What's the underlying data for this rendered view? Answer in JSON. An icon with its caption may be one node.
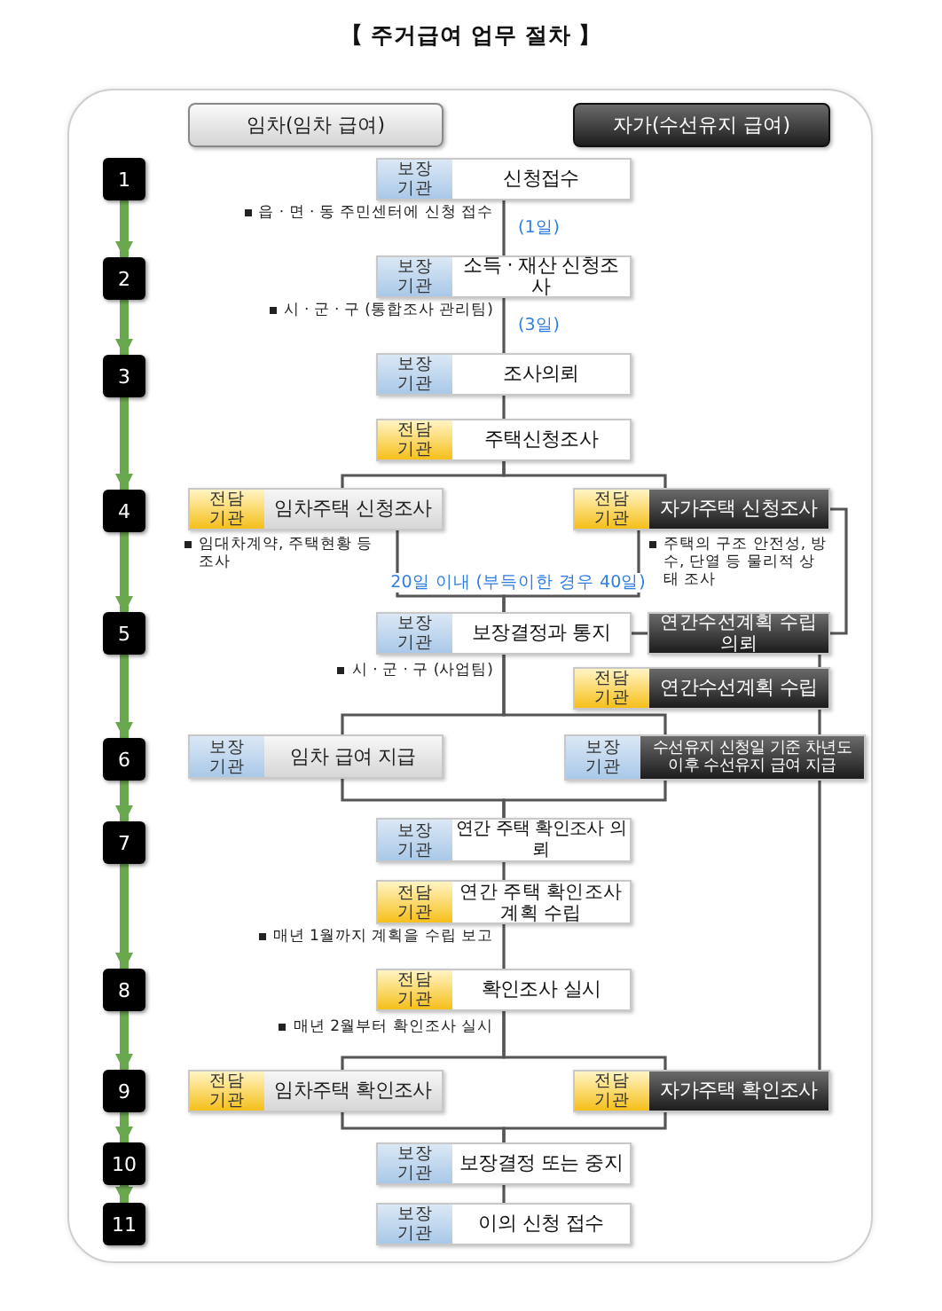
{
  "diagram": {
    "title": "【 주거급여 업무 절차 】",
    "nodes": [
      {
        "text": [
          "임차(임차 급여)"
        ]
      },
      {
        "text": [
          "자가(수선유지 급여)"
        ]
      },
      {
        "text": [
          "1"
        ]
      },
      {
        "text": [
          "2"
        ]
      },
      {
        "text": [
          "3"
        ]
      },
      {
        "text": [
          "4"
        ]
      },
      {
        "text": [
          "5"
        ]
      },
      {
        "text": [
          "6"
        ]
      },
      {
        "text": [
          "7"
        ]
      },
      {
        "text": [
          "8"
        ]
      },
      {
        "text": [
          "9"
        ]
      },
      {
        "text": [
          "10"
        ]
      },
      {
        "text": [
          "11"
        ]
      },
      {
        "text": [
          "보장 기관",
          "신청접수"
        ],
        "beside": [
          "읍 · 면 · 동 주민센터에 신청 접수"
        ]
      },
      {
        "text": [
          "보장 기관",
          "소득 · 재산 신청조사"
        ],
        "beside": [
          "시 · 군 · 구 (통합조사 관리팀)"
        ]
      },
      {
        "text": [
          "보장 기관",
          "조사의뢰"
        ]
      },
      {
        "text": [
          "전담 기관",
          "주택신청조사"
        ]
      },
      {
        "text": [
          "전담 기관",
          "임차주택 신청조사"
        ],
        "beside": [
          "임대차계약, 주택현황 등 조사"
        ]
      },
      {
        "text": [
          "전담 기관",
          "자가주택 신청조사"
        ],
        "beside": [
          "주택의 구조 안전성, 방수, 단열 등 물리적 상태 조사"
        ]
      },
      {
        "text": [
          "보장 기관",
          "보장결정과 통지"
        ],
        "beside": [
          "시 · 군 · 구 (사업팀)"
        ]
      },
      {
        "text": [
          "연간수선계획 수립 의뢰"
        ]
      },
      {
        "text": [
          "전담 기관",
          "연간수선계획 수립"
        ]
      },
      {
        "text": [
          "보장 기관",
          "임차 급여 지급"
        ]
      },
      {
        "text": [
          "보장 기관",
          "수선유지 신청일 기준 차년도 이후 수선유지 급여 지급"
        ]
      },
      {
        "text": [
          "보장 기관",
          "연간 주택 확인조사 의뢰"
        ]
      },
      {
        "text": [
          "전담 기관",
          "연간 주택 확인조사 계획 수립"
        ],
        "beside": [
          "매년 1월까지 계획을 수립 보고"
        ]
      },
      {
        "text": [
          "전담 기관",
          "확인조사 실시"
        ],
        "beside": [
          "매년 2월부터 확인조사 실시"
        ]
      },
      {
        "text": [
          "전담 기관",
          "임차주택 확인조사"
        ]
      },
      {
        "text": [
          "전담 기관",
          "자가주택 확인조사"
        ]
      },
      {
        "text": [
          "보장 기관",
          "보장결정 또는 중지"
        ]
      },
      {
        "text": [
          "보장 기관",
          "이의 신청 접수"
        ]
      }
    ],
    "edges": [
      {
        "from": 2,
        "to": 3,
        "arrow": "to",
        "color": "#6aa84f",
        "style": "thick"
      },
      {
        "from": 3,
        "to": 4,
        "arrow": "to",
        "color": "#6aa84f",
        "style": "thick"
      },
      {
        "from": 4,
        "to": 5,
        "arrow": "to",
        "color": "#6aa84f",
        "style": "thick"
      },
      {
        "from": 5,
        "to": 6,
        "arrow": "to",
        "color": "#6aa84f",
        "style": "thick"
      },
      {
        "from": 6,
        "to": 7,
        "arrow": "to",
        "color": "#6aa84f",
        "style": "thick"
      },
      {
        "from": 7,
        "to": 8,
        "arrow": "to",
        "color": "#6aa84f",
        "style": "thick"
      },
      {
        "from": 8,
        "to": 9,
        "arrow": "to",
        "color": "#6aa84f",
        "style": "thick"
      },
      {
        "from": 9,
        "to": 10,
        "arrow": "to",
        "color": "#6aa84f",
        "style": "thick"
      },
      {
        "from": 10,
        "to": 11,
        "arrow": "to",
        "color": "#6aa84f",
        "style": "thick"
      },
      {
        "from": 11,
        "to": 12,
        "arrow": "to",
        "color": "#6aa84f",
        "style": "thick"
      },
      {
        "from": 13,
        "to": 14,
        "arrow": "none",
        "label": "(1일)"
      },
      {
        "from": 14,
        "to": 15,
        "arrow": "none",
        "label": "(3일)"
      },
      {
        "from": 15,
        "to": 16,
        "arrow": "none"
      },
      {
        "from": 16,
        "to": 17,
        "arrow": "none"
      },
      {
        "from": 16,
        "to": 18,
        "arrow": "none"
      },
      {
        "from": 17,
        "to": 19,
        "arrow": "none",
        "label": "20일 이내 (부득이한 경우 40일)"
      },
      {
        "from": 18,
        "to": 19,
        "arrow": "none"
      },
      {
        "from": 19,
        "to": 20,
        "arrow": "none"
      },
      {
        "from": 18,
        "to": 20,
        "arrow": "none"
      },
      {
        "from": 20,
        "to": 21,
        "arrow": "none"
      },
      {
        "from": 19,
        "to": 22,
        "arrow": "none"
      },
      {
        "from": 19,
        "to": 23,
        "arrow": "none"
      },
      {
        "from": 21,
        "to": 23,
        "arrow": "none"
      },
      {
        "from": 22,
        "to": 24,
        "arrow": "none"
      },
      {
        "from": 23,
        "to": 24,
        "arrow": "none"
      },
      {
        "from": 24,
        "to": 25,
        "arrow": "none"
      },
      {
        "from": 25,
        "to": 26,
        "arrow": "none"
      },
      {
        "from": 26,
        "to": 27,
        "arrow": "none"
      },
      {
        "from": 26,
        "to": 28,
        "arrow": "none"
      },
      {
        "from": 23,
        "to": 28,
        "arrow": "none"
      },
      {
        "from": 27,
        "to": 29,
        "arrow": "none"
      },
      {
        "from": 28,
        "to": 29,
        "arrow": "none"
      },
      {
        "from": 29,
        "to": 30,
        "arrow": "none"
      }
    ]
  }
}
